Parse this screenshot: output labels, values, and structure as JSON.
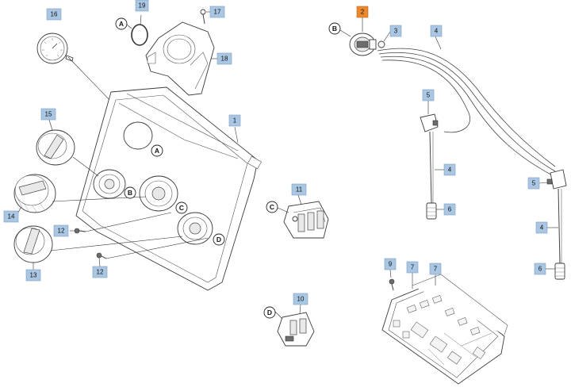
{
  "callouts": [
    {
      "id": "c16",
      "label": "16"
    },
    {
      "id": "c19",
      "label": "19"
    },
    {
      "id": "c17",
      "label": "17"
    },
    {
      "id": "c18",
      "label": "18"
    },
    {
      "id": "c2",
      "label": "2"
    },
    {
      "id": "c3",
      "label": "3"
    },
    {
      "id": "c4a",
      "label": "4"
    },
    {
      "id": "c1",
      "label": "1"
    },
    {
      "id": "c15",
      "label": "15"
    },
    {
      "id": "c5a",
      "label": "5"
    },
    {
      "id": "c4b",
      "label": "4"
    },
    {
      "id": "c14",
      "label": "14"
    },
    {
      "id": "c11",
      "label": "11"
    },
    {
      "id": "c6a",
      "label": "6"
    },
    {
      "id": "c5b",
      "label": "5"
    },
    {
      "id": "c12a",
      "label": "12"
    },
    {
      "id": "c4c",
      "label": "4"
    },
    {
      "id": "c13",
      "label": "13"
    },
    {
      "id": "c12b",
      "label": "12"
    },
    {
      "id": "c9",
      "label": "9"
    },
    {
      "id": "c7a",
      "label": "7"
    },
    {
      "id": "c7b",
      "label": "7"
    },
    {
      "id": "c6b",
      "label": "6"
    },
    {
      "id": "c10",
      "label": "10"
    }
  ],
  "letters": [
    {
      "id": "A",
      "label": "A"
    },
    {
      "id": "B",
      "label": "B"
    },
    {
      "id": "C",
      "label": "C"
    },
    {
      "id": "D",
      "label": "D"
    }
  ],
  "highlight_color": "#e8892f",
  "callout_color": "#a9c6e3"
}
